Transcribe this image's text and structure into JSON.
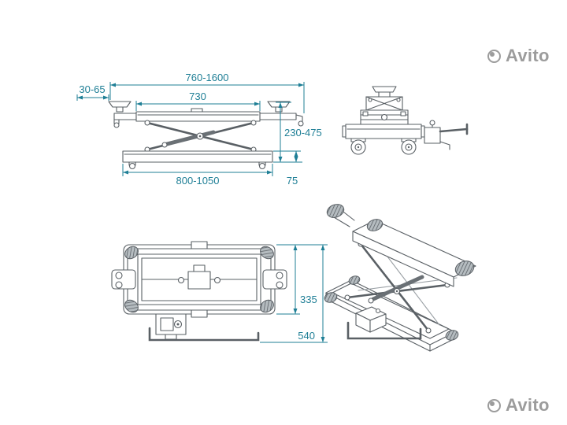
{
  "colors": {
    "dimension_lines": "#1f7f96",
    "drawing_lines": "#5a6065",
    "watermark": "#9c9c9c",
    "background": "#ffffff"
  },
  "watermark": {
    "brand": "Avito"
  },
  "front_view": {
    "dim_overall_span": "760-1600",
    "dim_beam_length": "730",
    "dim_pad_height": "30-65",
    "dim_lift_height": "230-475",
    "dim_base_length": "800-1050",
    "dim_base_height": "75"
  },
  "top_view": {
    "dim_frame_width": "335",
    "dim_overall_width": "540"
  }
}
